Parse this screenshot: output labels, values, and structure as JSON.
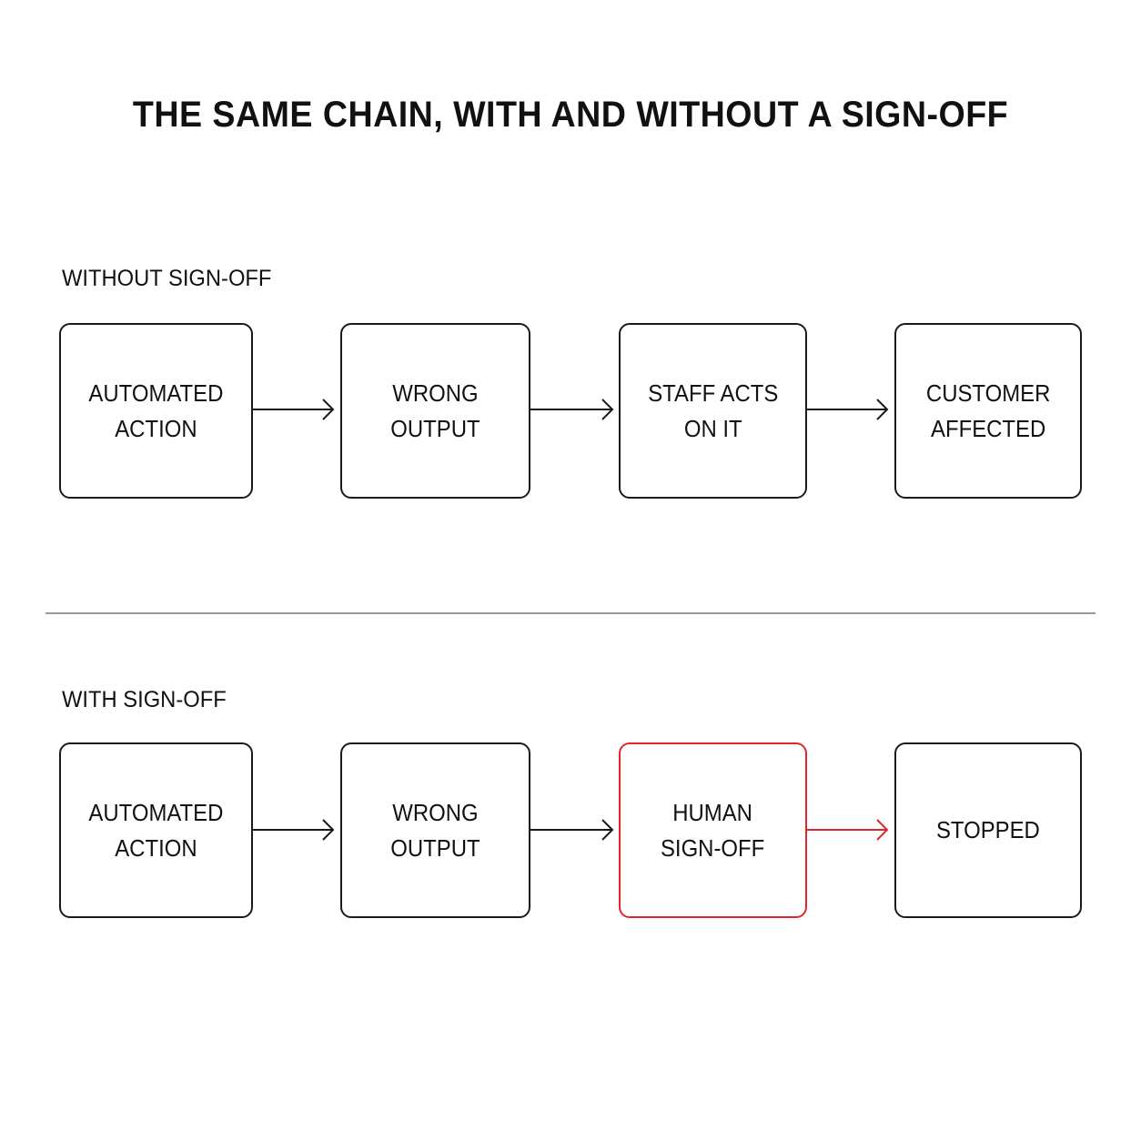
{
  "title": "THE SAME CHAIN, WITH AND WITHOUT A SIGN-OFF",
  "without": {
    "label": "WITHOUT SIGN-OFF",
    "steps": [
      "AUTOMATED\nACTION",
      "WRONG\nOUTPUT",
      "STAFF ACTS\nON IT",
      "CUSTOMER\nAFFECTED"
    ]
  },
  "with": {
    "label": "WITH SIGN-OFF",
    "steps": [
      "AUTOMATED\nACTION",
      "WRONG\nOUTPUT",
      "HUMAN\nSIGN-OFF",
      "STOPPED"
    ],
    "highlight_step": 2
  },
  "colors": {
    "highlight": "#e3242b",
    "stroke": "#1a1a1a",
    "divider": "#9a9a9a"
  }
}
